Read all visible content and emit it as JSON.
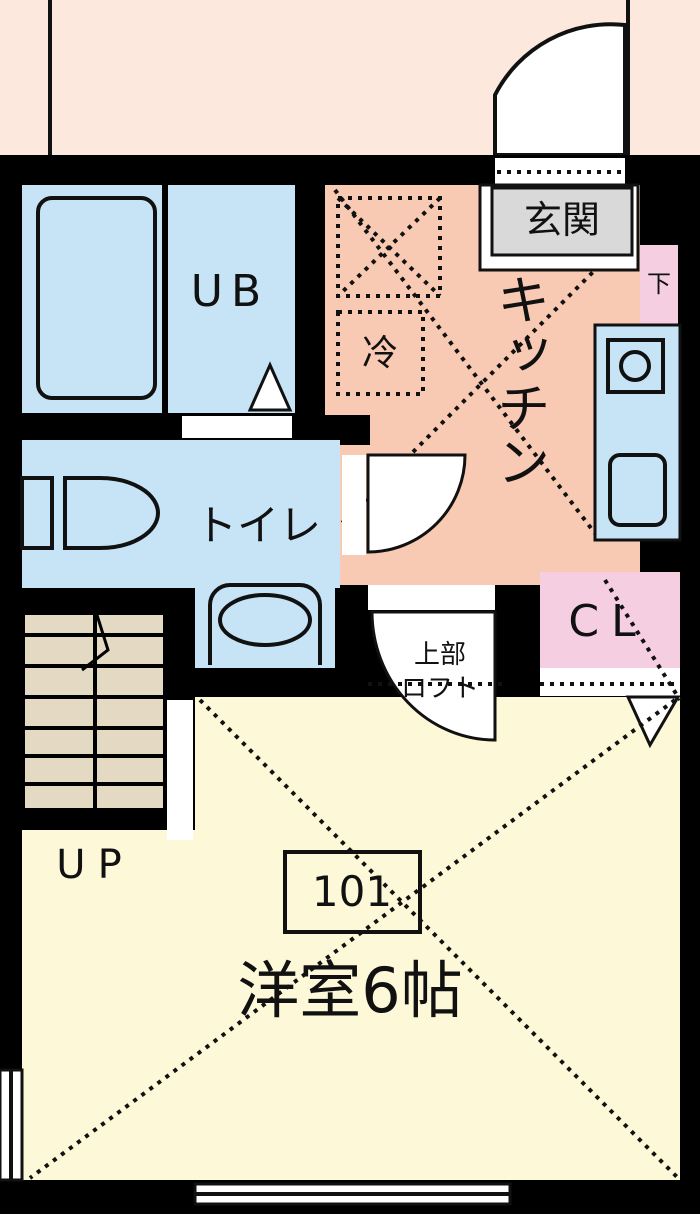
{
  "rooms": {
    "bath": "UB",
    "kitchen": "キッチン",
    "fridge": "冷",
    "entrance": "玄関",
    "shoe_storage": "下",
    "toilet": "トイレ",
    "closet": "CL",
    "loft_line1": "上部",
    "loft_line2": "ロフト",
    "stairs": "UP",
    "unit_number": "101",
    "main_room": "洋室6帖"
  },
  "colors": {
    "outside": "#fde8dd",
    "kitchen": "#f8c9b3",
    "water": "#c6e4f6",
    "main_room": "#fcf8d8",
    "closet": "#f5cfe1",
    "stairs": "#e4d9c3",
    "entrance": "#d9d9d9",
    "wall": "#000000"
  }
}
